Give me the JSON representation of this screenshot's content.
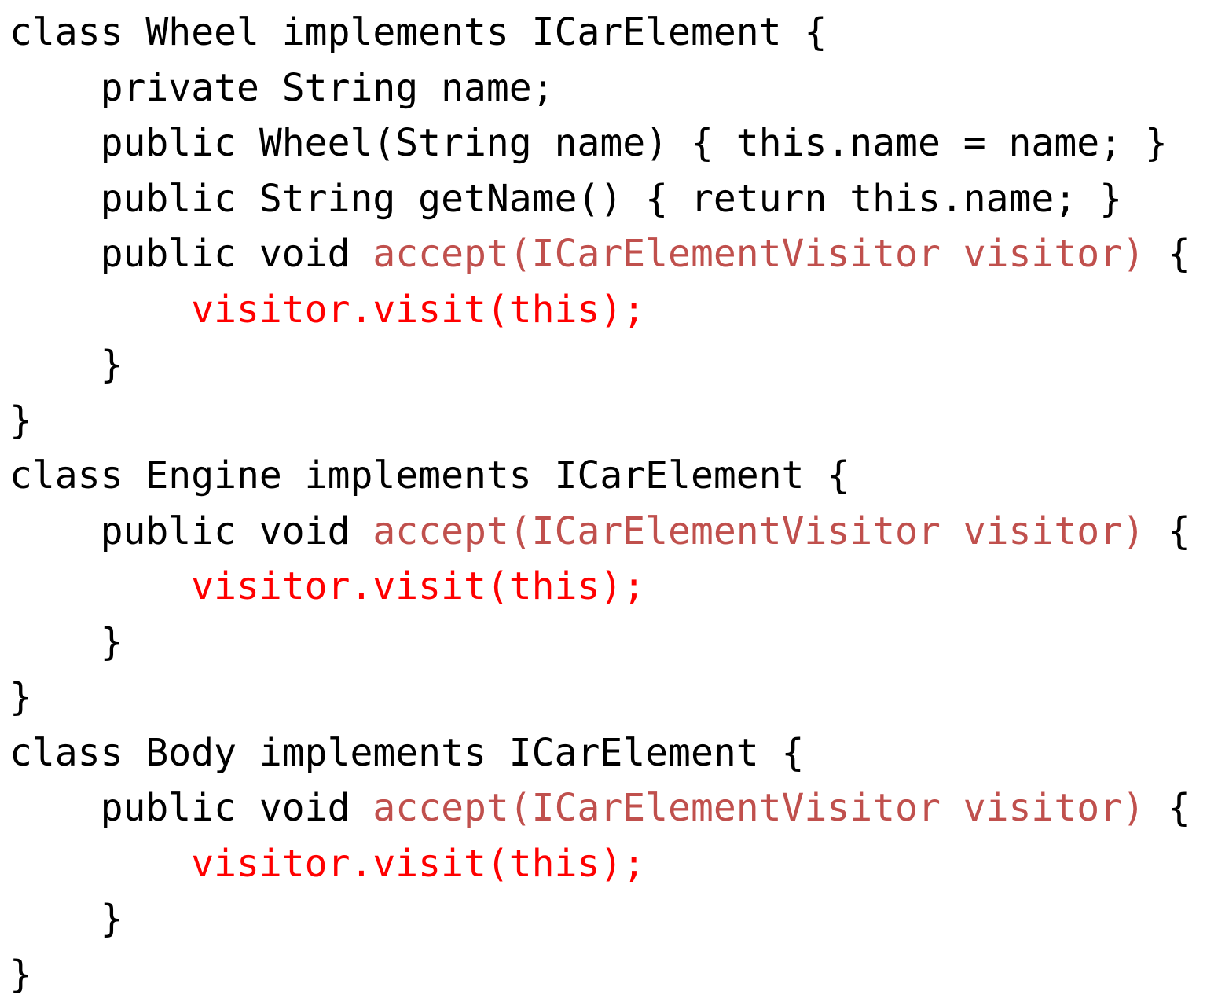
{
  "document": {
    "kind": "code-snippet",
    "language": "Java",
    "background_color": "#FFFFFF"
  },
  "colors": {
    "plain_text": "#000000",
    "method_signature_red": "#C0504D",
    "visitor_call_red": "#FF0000"
  },
  "code": {
    "lines": [
      {
        "id": "line-1",
        "text": "class Wheel implements ICarElement {",
        "tokens": [
          {
            "text": "class Wheel implements ICarElement {",
            "style": "plain"
          }
        ]
      },
      {
        "id": "line-2",
        "text": "    private String name;",
        "tokens": [
          {
            "text": "    private String name;",
            "style": "plain"
          }
        ]
      },
      {
        "id": "line-3",
        "text": "    public Wheel(String name) { this.name = name; }",
        "tokens": [
          {
            "text": "    public Wheel(String name) { this.name = name; }",
            "style": "plain"
          }
        ]
      },
      {
        "id": "line-4",
        "text": "    public String getName() { return this.name; }",
        "tokens": [
          {
            "text": "    public String getName() { return this.name; }",
            "style": "plain"
          }
        ]
      },
      {
        "id": "line-5",
        "text": "    public void accept(ICarElementVisitor visitor) {",
        "tokens": [
          {
            "text": "    public void ",
            "style": "plain"
          },
          {
            "text": "accept(ICarElementVisitor visitor)",
            "style": "sig"
          },
          {
            "text": " {",
            "style": "plain"
          }
        ]
      },
      {
        "id": "line-6",
        "text": "        visitor.visit(this);",
        "tokens": [
          {
            "text": "        ",
            "style": "plain"
          },
          {
            "text": "visitor.visit(this);",
            "style": "call"
          }
        ]
      },
      {
        "id": "line-7",
        "text": "    }",
        "tokens": [
          {
            "text": "    }",
            "style": "plain"
          }
        ]
      },
      {
        "id": "line-8",
        "text": "}",
        "tokens": [
          {
            "text": "}",
            "style": "plain"
          }
        ]
      },
      {
        "id": "line-9",
        "text": "class Engine implements ICarElement {",
        "tokens": [
          {
            "text": "class Engine implements ICarElement {",
            "style": "plain"
          }
        ]
      },
      {
        "id": "line-10",
        "text": "    public void accept(ICarElementVisitor visitor) {",
        "tokens": [
          {
            "text": "    public void ",
            "style": "plain"
          },
          {
            "text": "accept(ICarElementVisitor visitor)",
            "style": "sig"
          },
          {
            "text": " {",
            "style": "plain"
          }
        ]
      },
      {
        "id": "line-11",
        "text": "        visitor.visit(this);",
        "tokens": [
          {
            "text": "        ",
            "style": "plain"
          },
          {
            "text": "visitor.visit(this);",
            "style": "call"
          }
        ]
      },
      {
        "id": "line-12",
        "text": "    }",
        "tokens": [
          {
            "text": "    }",
            "style": "plain"
          }
        ]
      },
      {
        "id": "line-13",
        "text": "}",
        "tokens": [
          {
            "text": "}",
            "style": "plain"
          }
        ]
      },
      {
        "id": "line-14",
        "text": "class Body implements ICarElement {",
        "tokens": [
          {
            "text": "class Body implements ICarElement {",
            "style": "plain"
          }
        ]
      },
      {
        "id": "line-15",
        "text": "    public void accept(ICarElementVisitor visitor) {",
        "tokens": [
          {
            "text": "    public void ",
            "style": "plain"
          },
          {
            "text": "accept(ICarElementVisitor visitor)",
            "style": "sig"
          },
          {
            "text": " {",
            "style": "plain"
          }
        ]
      },
      {
        "id": "line-16",
        "text": "        visitor.visit(this);",
        "tokens": [
          {
            "text": "        ",
            "style": "plain"
          },
          {
            "text": "visitor.visit(this);",
            "style": "call"
          }
        ]
      },
      {
        "id": "line-17",
        "text": "    }",
        "tokens": [
          {
            "text": "    }",
            "style": "plain"
          }
        ]
      },
      {
        "id": "line-18",
        "text": "}",
        "tokens": [
          {
            "text": "}",
            "style": "plain"
          }
        ]
      }
    ]
  }
}
